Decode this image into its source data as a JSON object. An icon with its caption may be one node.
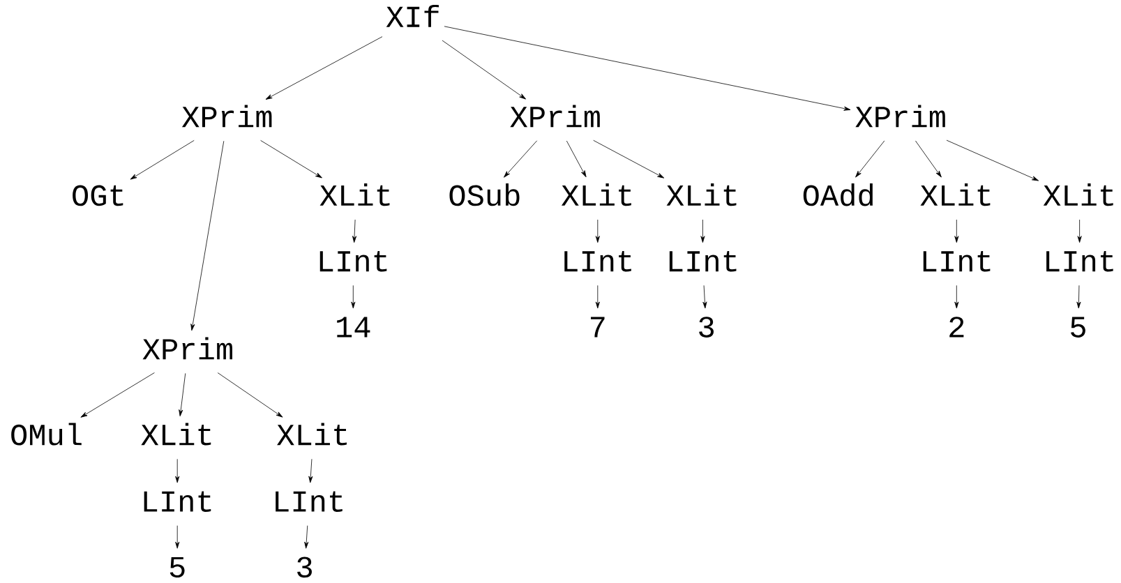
{
  "diagram": {
    "nodes": [
      {
        "text": [
          "XIf"
        ]
      },
      {
        "text": [
          "XPrim"
        ]
      },
      {
        "text": [
          "OGt"
        ]
      },
      {
        "text": [
          "XPrim"
        ]
      },
      {
        "text": [
          "OMul"
        ]
      },
      {
        "text": [
          "XLit"
        ]
      },
      {
        "text": [
          "LInt"
        ]
      },
      {
        "text": [
          "5"
        ]
      },
      {
        "text": [
          "XLit"
        ]
      },
      {
        "text": [
          "LInt"
        ]
      },
      {
        "text": [
          "3"
        ]
      },
      {
        "text": [
          "XLit"
        ]
      },
      {
        "text": [
          "LInt"
        ]
      },
      {
        "text": [
          "14"
        ]
      },
      {
        "text": [
          "XPrim"
        ]
      },
      {
        "text": [
          "OSub"
        ]
      },
      {
        "text": [
          "XLit"
        ]
      },
      {
        "text": [
          "LInt"
        ]
      },
      {
        "text": [
          "7"
        ]
      },
      {
        "text": [
          "XLit"
        ]
      },
      {
        "text": [
          "LInt"
        ]
      },
      {
        "text": [
          "3"
        ]
      },
      {
        "text": [
          "XPrim"
        ]
      },
      {
        "text": [
          "OAdd"
        ]
      },
      {
        "text": [
          "XLit"
        ]
      },
      {
        "text": [
          "LInt"
        ]
      },
      {
        "text": [
          "2"
        ]
      },
      {
        "text": [
          "XLit"
        ]
      },
      {
        "text": [
          "LInt"
        ]
      },
      {
        "text": [
          "5"
        ]
      }
    ],
    "edges": [
      {
        "from": 0,
        "to": 1,
        "arrow": "to"
      },
      {
        "from": 0,
        "to": 14,
        "arrow": "to"
      },
      {
        "from": 0,
        "to": 22,
        "arrow": "to"
      },
      {
        "from": 1,
        "to": 2,
        "arrow": "to"
      },
      {
        "from": 1,
        "to": 3,
        "arrow": "to"
      },
      {
        "from": 1,
        "to": 11,
        "arrow": "to"
      },
      {
        "from": 3,
        "to": 4,
        "arrow": "to"
      },
      {
        "from": 3,
        "to": 5,
        "arrow": "to"
      },
      {
        "from": 3,
        "to": 8,
        "arrow": "to"
      },
      {
        "from": 5,
        "to": 6,
        "arrow": "to"
      },
      {
        "from": 6,
        "to": 7,
        "arrow": "to"
      },
      {
        "from": 8,
        "to": 9,
        "arrow": "to"
      },
      {
        "from": 9,
        "to": 10,
        "arrow": "to"
      },
      {
        "from": 11,
        "to": 12,
        "arrow": "to"
      },
      {
        "from": 12,
        "to": 13,
        "arrow": "to"
      },
      {
        "from": 14,
        "to": 15,
        "arrow": "to"
      },
      {
        "from": 14,
        "to": 16,
        "arrow": "to"
      },
      {
        "from": 14,
        "to": 19,
        "arrow": "to"
      },
      {
        "from": 16,
        "to": 17,
        "arrow": "to"
      },
      {
        "from": 17,
        "to": 18,
        "arrow": "to"
      },
      {
        "from": 19,
        "to": 20,
        "arrow": "to"
      },
      {
        "from": 20,
        "to": 21,
        "arrow": "to"
      },
      {
        "from": 22,
        "to": 23,
        "arrow": "to"
      },
      {
        "from": 22,
        "to": 24,
        "arrow": "to"
      },
      {
        "from": 22,
        "to": 27,
        "arrow": "to"
      },
      {
        "from": 24,
        "to": 25,
        "arrow": "to"
      },
      {
        "from": 25,
        "to": 26,
        "arrow": "to"
      },
      {
        "from": 27,
        "to": 28,
        "arrow": "to"
      },
      {
        "from": 28,
        "to": 29,
        "arrow": "to"
      }
    ]
  }
}
